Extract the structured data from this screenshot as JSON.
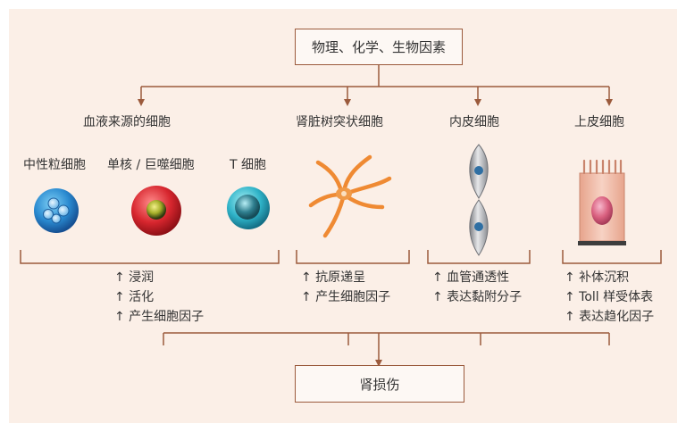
{
  "top_box": "物理、化学、生物因素",
  "bottom_box": "肾损伤",
  "categories": [
    "血液来源的细胞",
    "肾脏树突状细胞",
    "内皮细胞",
    "上皮细胞"
  ],
  "blood_cells": [
    "中性粒细胞",
    "单核 / 巨噬细胞",
    "T 细胞"
  ],
  "effects": {
    "blood": [
      "↑ 浸润",
      "↑ 活化",
      "↑ 产生细胞因子"
    ],
    "dendritic": [
      "↑ 抗原递呈",
      "↑ 产生细胞因子"
    ],
    "endothelial": [
      "↑ 血管通透性",
      "↑ 表达黏附分子"
    ],
    "epithelial": [
      "↑ 补体沉积",
      "↑  Toll 样受体表",
      "↑ 表达趋化因子"
    ]
  },
  "colors": {
    "arrow": "#9b5a3c",
    "panel_bg": "#fbefe7"
  }
}
